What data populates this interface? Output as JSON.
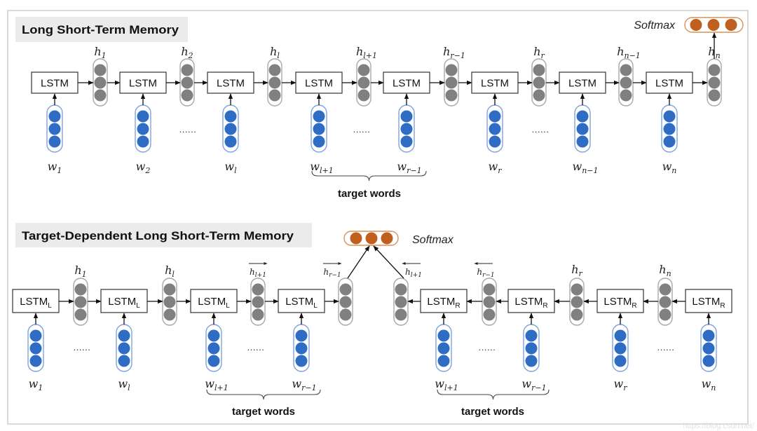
{
  "colors": {
    "input_neuron": "#2f6cc4",
    "input_outline": "#7ea3dc",
    "hidden_neuron": "#808080",
    "hidden_outline": "#a8a8a8",
    "output_neuron": "#c0601e",
    "output_outline": "#d9915a",
    "title_background": "#ebebeb"
  },
  "lstm": {
    "title": "Long Short-Term Memory",
    "cell_label": "LSTM",
    "softmax_label": "Softmax",
    "target_label": "target words",
    "ellipsis": "......",
    "hidden": [
      {
        "symbol": "h",
        "index": "1"
      },
      {
        "symbol": "h",
        "index": "2"
      },
      {
        "symbol": "h",
        "index": "l"
      },
      {
        "symbol": "h",
        "index": "l+1"
      },
      {
        "symbol": "h",
        "index": "r−1"
      },
      {
        "symbol": "h",
        "index": "r"
      },
      {
        "symbol": "h",
        "index": "n−1"
      },
      {
        "symbol": "h",
        "index": "n"
      }
    ],
    "inputs": [
      {
        "symbol": "w",
        "index": "1"
      },
      {
        "symbol": "w",
        "index": "2"
      },
      {
        "symbol": "w",
        "index": "l"
      },
      {
        "symbol": "w",
        "index": "l+1"
      },
      {
        "symbol": "w",
        "index": "r−1"
      },
      {
        "symbol": "w",
        "index": "r"
      },
      {
        "symbol": "w",
        "index": "n−1"
      },
      {
        "symbol": "w",
        "index": "n"
      }
    ]
  },
  "td_lstm": {
    "title": "Target-Dependent Long Short-Term Memory",
    "left_cell": {
      "label": "LSTM",
      "sub": "L"
    },
    "right_cell": {
      "label": "LSTM",
      "sub": "R"
    },
    "softmax_label": "Softmax",
    "target_label": "target words",
    "ellipsis": "......",
    "left_hidden": [
      {
        "symbol": "h",
        "index": "1",
        "arrow": "none"
      },
      {
        "symbol": "h",
        "index": "l",
        "arrow": "none"
      },
      {
        "symbol": "h",
        "index": "l+1",
        "arrow": "right"
      },
      {
        "symbol": "h",
        "index": "r−1",
        "arrow": "right"
      }
    ],
    "right_hidden": [
      {
        "symbol": "h",
        "index": "l+1",
        "arrow": "left"
      },
      {
        "symbol": "h",
        "index": "r−1",
        "arrow": "left"
      },
      {
        "symbol": "h",
        "index": "r",
        "arrow": "none"
      },
      {
        "symbol": "h",
        "index": "n",
        "arrow": "none"
      }
    ],
    "left_inputs": [
      {
        "symbol": "w",
        "index": "1"
      },
      {
        "symbol": "w",
        "index": "l"
      },
      {
        "symbol": "w",
        "index": "l+1"
      },
      {
        "symbol": "w",
        "index": "r−1"
      }
    ],
    "right_inputs": [
      {
        "symbol": "w",
        "index": "l+1"
      },
      {
        "symbol": "w",
        "index": "r−1"
      },
      {
        "symbol": "w",
        "index": "r"
      },
      {
        "symbol": "w",
        "index": "n"
      }
    ]
  },
  "watermark": "https://blog.csdn.net/"
}
